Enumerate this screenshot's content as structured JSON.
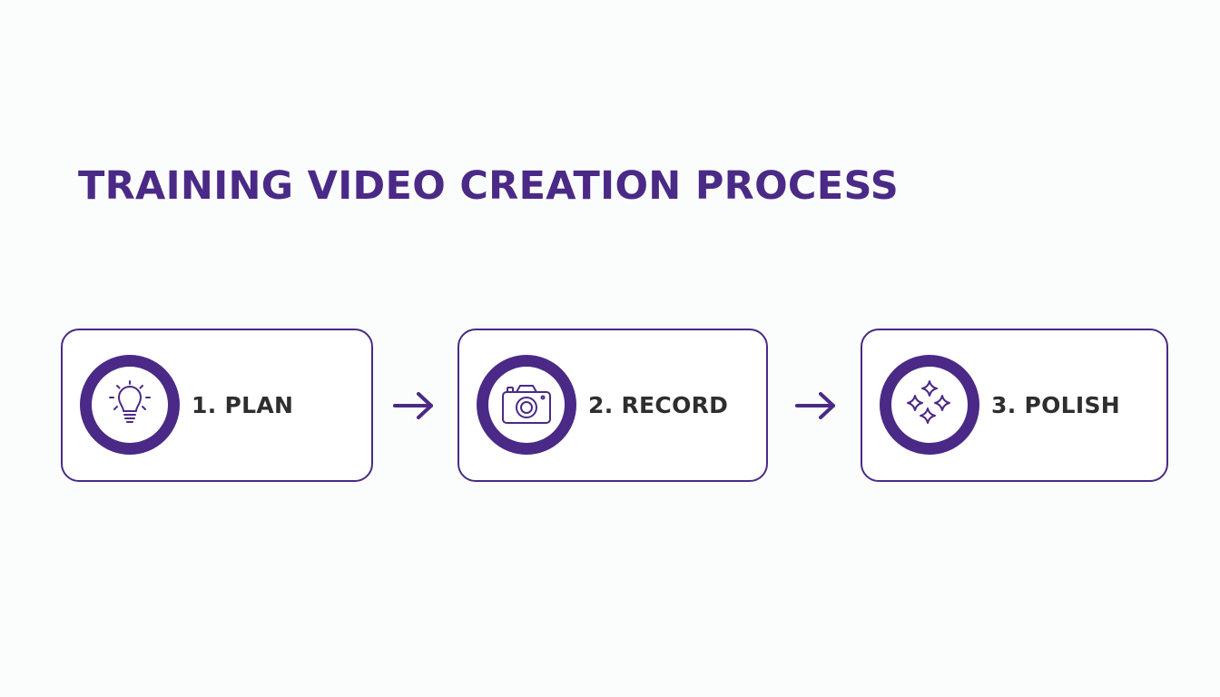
{
  "title": "TRAINING VIDEO CREATION PROCESS",
  "colors": {
    "accent": "#4a2a86",
    "text": "#2e2e2e",
    "background": "#fbfcfc"
  },
  "steps": [
    {
      "label": "1. PLAN",
      "icon": "lightbulb-icon"
    },
    {
      "label": "2. RECORD",
      "icon": "camera-icon"
    },
    {
      "label": "3. POLISH",
      "icon": "sparkles-icon"
    }
  ],
  "connectors": [
    "arrow-right-icon",
    "arrow-right-icon"
  ]
}
